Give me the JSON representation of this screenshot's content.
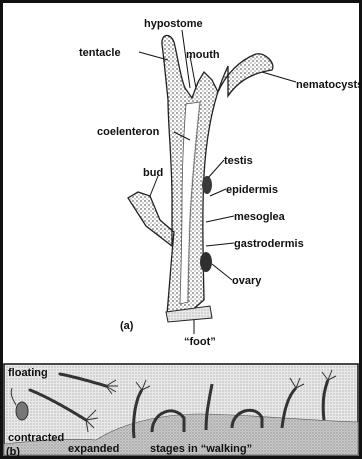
{
  "labels": {
    "hypostome": "hypostome",
    "tentacle": "tentacle",
    "mouth": "mouth",
    "nematocysts": "nematocysts",
    "coelenteron": "coelenteron",
    "testis": "testis",
    "epidermis": "epidermis",
    "bud": "bud",
    "mesoglea": "mesoglea",
    "gastrodermis": "gastrodermis",
    "ovary": "ovary",
    "foot": "“foot”"
  },
  "panels": {
    "a": "(a)",
    "b": "(b)"
  },
  "bottom_labels": {
    "floating": "floating",
    "contracted": "contracted",
    "expanded": "expanded",
    "walking": "stages in “walking”"
  }
}
